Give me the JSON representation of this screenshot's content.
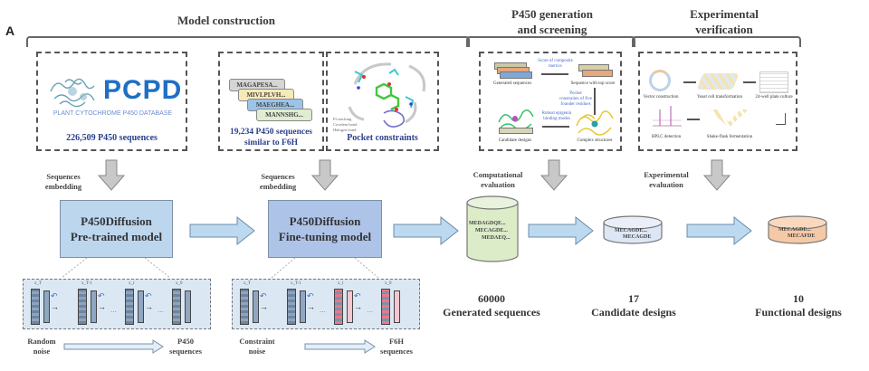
{
  "panel_label": "A",
  "sections": {
    "model_construction": "Model construction",
    "generation_line1": "P450 generation",
    "generation_line2": "and screening",
    "verification_line1": "Experimental",
    "verification_line2": "verification"
  },
  "pcpd_box": {
    "logo": "PCPD",
    "logo_subtitle": "PLANT CYTOCHROME P450 DATABASE",
    "caption": "226,509 P450 sequences"
  },
  "f6h_box": {
    "sequences": [
      "MAGAPESA...",
      "MIVLPLVH...",
      "MAEGHEA...",
      "MANNSHG..."
    ],
    "caption_line1": "19,234 P450 sequences",
    "caption_line2": "similar to F6H"
  },
  "pocket_box": {
    "caption": "Pocket constraints",
    "legend": [
      "Pi-stacking",
      "Covalent bond",
      "Halogen bond"
    ]
  },
  "screening_box": {
    "generated": "Generated sequences",
    "top_score": "Sequence with top score",
    "score_label_1": "Score of composite",
    "score_label_2": "metrics",
    "pocket_label_1": "Pocket",
    "pocket_label_2": "constraints of five",
    "pocket_label_3": "founder residues",
    "robust_label_1": "Robust epigenin",
    "robust_label_2": "binding modes",
    "complex": "Complex structures",
    "candidates": "Candidate designs"
  },
  "experiment_box": {
    "steps": [
      "Vector construction",
      "Yeast cell transformation",
      "24-well plate culture",
      "Shake-flask fermentation",
      "HPLC detection"
    ]
  },
  "flow": {
    "embed1_line1": "Sequences",
    "embed1_line2": "embedding",
    "embed2_line1": "Sequences",
    "embed2_line2": "embedding",
    "comp_eval_line1": "Computational",
    "comp_eval_line2": "evaluation",
    "exp_eval_line1": "Experimental",
    "exp_eval_line2": "evaluation",
    "pretrained_line1": "P450Diffusion",
    "pretrained_line2": "Pre-trained model",
    "finetune_line1": "P450Diffusion",
    "finetune_line2": "Fine-tuning model"
  },
  "databases": {
    "generated_seqs": [
      "MEDAGDQE...",
      "MECAGDE...",
      "MEDAEQ..."
    ],
    "candidate_seqs": [
      "MECAGDE...",
      "MECAGDE"
    ],
    "functional_seqs": [
      "MECAGDE...",
      "MECAFDE"
    ]
  },
  "counts": {
    "generated_num": "60000",
    "generated_lbl": "Generated sequences",
    "candidate_num": "17",
    "candidate_lbl": "Candidate designs",
    "functional_num": "10",
    "functional_lbl": "Functional designs"
  },
  "diffusion": {
    "left_start_1": "Random",
    "left_start_2": "noise",
    "left_end_1": "P450",
    "left_end_2": "sequences",
    "right_start_1": "Constraint",
    "right_start_2": "noise",
    "right_end_1": "F6H",
    "right_end_2": "sequences",
    "step_labels": [
      "x_T",
      "x_T-1",
      "x_t",
      "x_0"
    ]
  },
  "colors": {
    "pcpd_blue": "#1f6fc4",
    "pretrained_fill": "#bcd6ee",
    "finetune_fill": "#aec3e8",
    "arrow_fill": "#bcd9f0",
    "gray_arrow": "#c8c8c8",
    "generated_db": "#dcecc8",
    "candidate_db": "#dde6f5",
    "functional_db": "#f6c9a6"
  }
}
